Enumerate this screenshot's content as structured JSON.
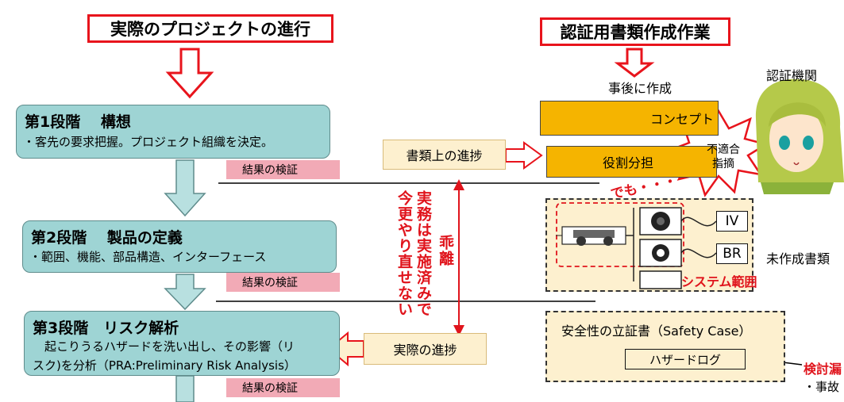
{
  "left_header": "実際のプロジェクトの進行",
  "right_header": "認証用書類作成作業",
  "stages": [
    {
      "title": "第1段階　 構想",
      "lines": [
        "・客先の要求把握。プロジェクト組織を決定。"
      ],
      "verify": "結果の検証"
    },
    {
      "title": "第2段階　 製品の定義",
      "lines": [
        "・範囲、機能、部品構造、インターフェース"
      ],
      "verify": "結果の検証"
    },
    {
      "title": "第3段階　リスク解析",
      "lines": [
        "　起こりうるハザードを洗い出し、その影響（リ",
        "スク)を分析（PRA:Preliminary Risk Analysis）"
      ],
      "verify": "結果の検証"
    }
  ],
  "docs_progress": "書類上の進捗",
  "actual_progress": "実際の進捗",
  "deviation": "乖離",
  "cannot_redo": [
    "実務は実施済みで",
    "今更やり直せない"
  ],
  "after_the_fact": "事後に作成",
  "concept": "コンセプト",
  "role_assignment": "役割分担",
  "certification_body": "認証機関",
  "nonconformity": [
    "不適合",
    "指摘"
  ],
  "demo": "でも・・・",
  "iv_label": "IV",
  "br_label": "BR",
  "system_scope": "システム範囲",
  "uncreated_docs": "未作成書類",
  "safety_case": "安全性の立証書（Safety Case）",
  "hazard_log": "ハザードログ",
  "omission": "検討漏",
  "accident_prefix": "・事故",
  "colors": {
    "header_border": "#e8141c",
    "stage_fill": "#9ed4d4",
    "verify_fill": "#f2aab6",
    "progress_fill": "#fdf0cf",
    "orange": "#f5b400",
    "accent_red": "#e0141c"
  }
}
